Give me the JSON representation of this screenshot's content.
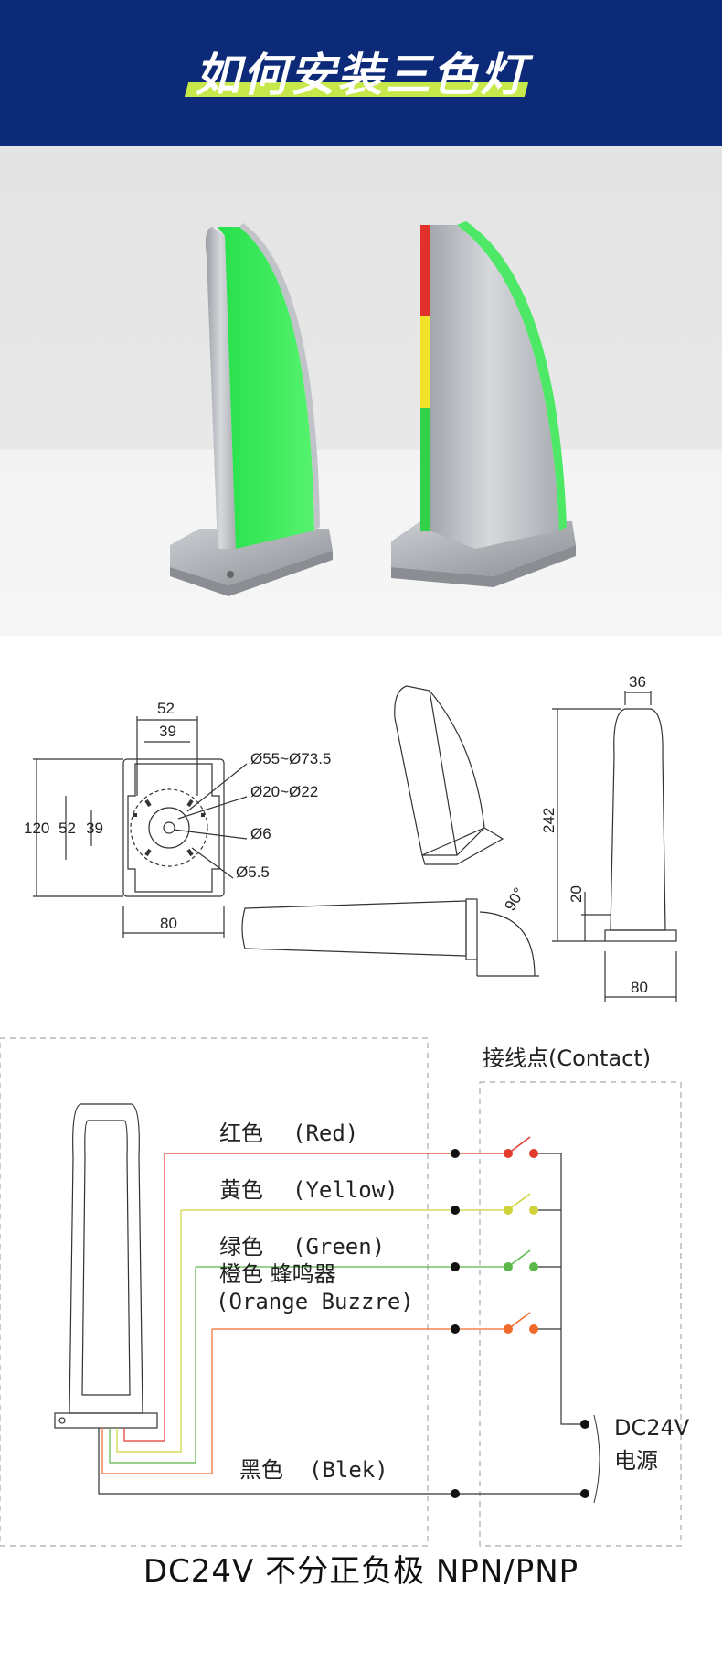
{
  "header": {
    "title": "如何安装三色灯",
    "background": "#0c2a78",
    "accent": "#c7e84a"
  },
  "photo": {
    "description_icon": "three-color-light-photo-icon"
  },
  "dimensions": {
    "top_view": {
      "width_outer": "52",
      "width_inner": "39",
      "height_outer": "120",
      "height_mid": "52",
      "height_inner": "39",
      "base_width": "80"
    },
    "holes": {
      "d1": "Ø55~Ø73.5",
      "d2": "Ø20~Ø22",
      "d3": "Ø6",
      "d4": "Ø5.5"
    },
    "side_view": {
      "angle": "90°"
    },
    "front_view": {
      "top_width": "36",
      "height": "242",
      "base_height": "20",
      "base_width": "80"
    }
  },
  "wiring": {
    "contact_label": "接线点(Contact)",
    "wires": [
      {
        "label_cn": "红色",
        "label_en": "(Red)",
        "color": "#e23b2e"
      },
      {
        "label_cn": "黄色",
        "label_en": "(Yellow)",
        "color": "#cfd23a"
      },
      {
        "label_cn": "绿色",
        "label_en": "(Green)",
        "color": "#5cb84a"
      },
      {
        "label_cn": "橙色 蜂鸣器",
        "label_en": "(Orange Buzzre)",
        "color": "#f06a2c"
      }
    ],
    "black": {
      "label_cn": "黑色",
      "label_en": "(Blek)",
      "color": "#333333"
    },
    "power_line1": "DC24V",
    "power_line2": "电源"
  },
  "footer": {
    "note": "DC24V  不分正负极  NPN/PNP"
  }
}
